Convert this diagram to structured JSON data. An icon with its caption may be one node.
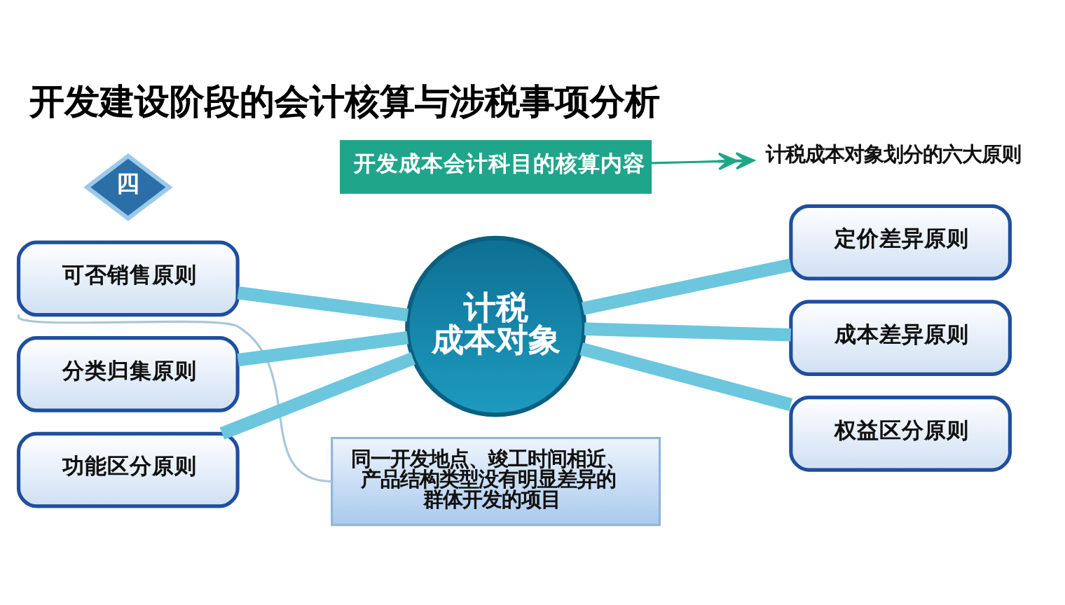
{
  "diagram": {
    "title": "开发建设阶段的会计核算与涉税事项分析",
    "nodes": [
      {
        "text": [
          "四"
        ]
      },
      {
        "text": [
          "开发成本会计科目的核算内容"
        ]
      },
      {
        "text": [
          "计税成本对象划分的六大原则"
        ]
      },
      {
        "text": [
          "可否销售原则"
        ]
      },
      {
        "text": [
          "分类归集原则"
        ]
      },
      {
        "text": [
          "功能区分原则"
        ]
      },
      {
        "text": [
          "计税成本对象"
        ]
      },
      {
        "text": [
          "定价差异原则"
        ]
      },
      {
        "text": [
          "成本差异原则"
        ]
      },
      {
        "text": [
          "权益区分原则"
        ]
      },
      {
        "text": [
          "同一开发地点、竣工时间相近、产品结构类型没有明显差异的群体开发的项目"
        ]
      }
    ],
    "edges": [
      {
        "from": 1,
        "to": 2,
        "arrow": "to",
        "color": "#1ea58a"
      },
      {
        "from": 3,
        "to": 6,
        "arrow": "none"
      },
      {
        "from": 4,
        "to": 6,
        "arrow": "none"
      },
      {
        "from": 5,
        "to": 6,
        "arrow": "none"
      },
      {
        "from": 6,
        "to": 7,
        "arrow": "none"
      },
      {
        "from": 6,
        "to": 8,
        "arrow": "none"
      },
      {
        "from": 6,
        "to": 9,
        "arrow": "none"
      },
      {
        "from": 3,
        "to": 10,
        "arrow": "none",
        "color": "#a9c6d8"
      }
    ]
  }
}
